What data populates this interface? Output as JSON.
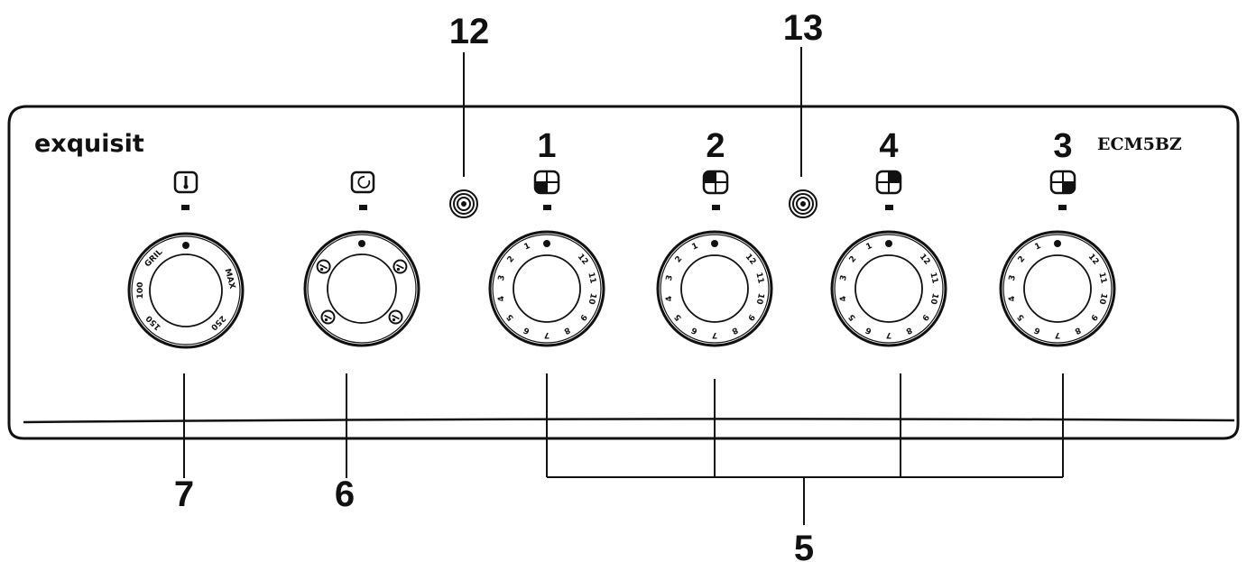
{
  "brand": "exquisit",
  "model": "ECM5BZ",
  "callouts": {
    "lamp_left": "12",
    "lamp_right": "13",
    "thermostat": "7",
    "oven_function": "6",
    "hotplates": "5"
  },
  "hotplate_labels": [
    "1",
    "2",
    "4",
    "3"
  ],
  "thermostat_dial": {
    "scale": [
      "GRIL",
      "MAX",
      "250",
      "150",
      "100"
    ]
  },
  "function_dial": {
    "positions": 4
  },
  "hotplate_dials": [
    {
      "scale": [
        "1",
        "2",
        "3",
        "4",
        "5",
        "6",
        "7",
        "8",
        "9",
        "10",
        "11",
        "12"
      ]
    },
    {
      "scale": [
        "1",
        "2",
        "3",
        "4",
        "5",
        "6",
        "7",
        "8",
        "9",
        "10",
        "11",
        "12"
      ]
    },
    {
      "scale": [
        "1",
        "2",
        "3",
        "4",
        "5",
        "6",
        "7",
        "8",
        "9",
        "10",
        "11",
        "12"
      ]
    },
    {
      "scale": [
        "1",
        "2",
        "3",
        "4",
        "5",
        "6",
        "7",
        "8",
        "9",
        "10",
        "11",
        "12"
      ]
    }
  ],
  "icons": {
    "thermostat_symbol": "thermometer-icon",
    "function_symbol": "oven-function-icon",
    "hotplate_symbols": [
      "hotplate-rear-left-icon",
      "hotplate-front-left-icon",
      "hotplate-rear-right-icon",
      "hotplate-front-right-icon"
    ],
    "lamps": "indicator-lamp-icon"
  },
  "colors": {
    "ink": "#111111",
    "paper": "#ffffff"
  }
}
